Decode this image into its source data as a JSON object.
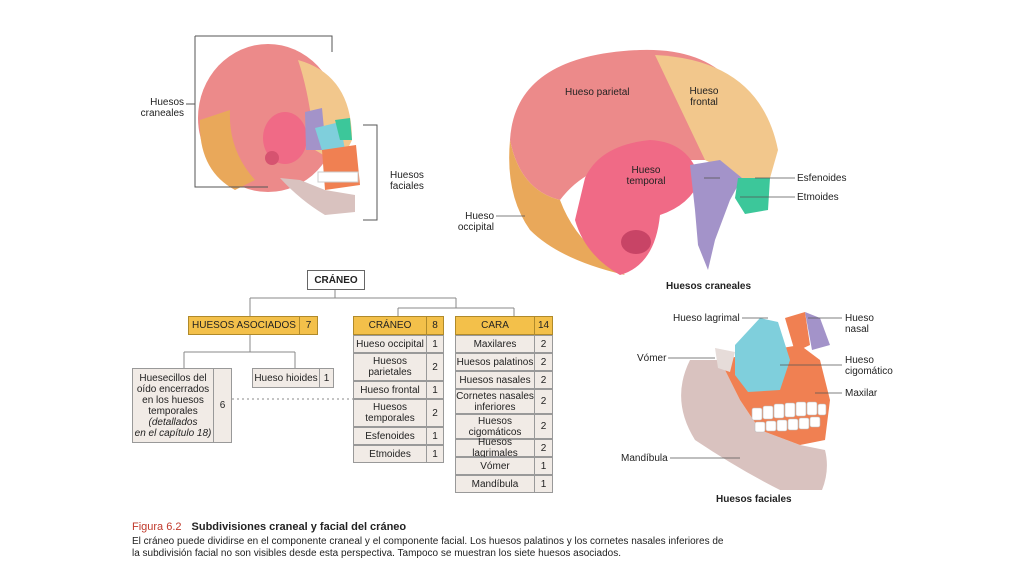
{
  "left_skull": {
    "label_cranial": "Huesos\ncraneales",
    "label_facial": "Huesos\nfaciales"
  },
  "cranial_view": {
    "parietal": "Hueso parietal",
    "frontal": "Hueso\nfrontal",
    "temporal": "Hueso\ntemporal",
    "occipital": "Hueso\noccipital",
    "sphenoid": "Esfenoides",
    "ethmoid": "Etmoides",
    "caption": "Huesos craneales"
  },
  "facial_view": {
    "lacrimal": "Hueso lagrimal",
    "nasal": "Hueso\nnasal",
    "vomer": "Vómer",
    "zygomatic": "Hueso\ncigomático",
    "maxilla": "Maxilar",
    "mandible": "Mandíbula",
    "caption": "Huesos faciales"
  },
  "tree": {
    "root": "CRÁNEO",
    "associated": {
      "label": "HUESOS ASOCIADOS",
      "count": "7"
    },
    "ossicles": {
      "label": "Huesecillos del\noído encerrados\nen los huesos\ntemporales",
      "note": "(detallados\nen el capítulo 18)",
      "count": "6"
    },
    "hyoid": {
      "label": "Hueso hioides",
      "count": "1"
    },
    "cranium": {
      "label": "CRÁNEO",
      "count": "8",
      "rows": [
        {
          "name": "Hueso occipital",
          "count": "1"
        },
        {
          "name": "Huesos\nparietales",
          "count": "2"
        },
        {
          "name": "Hueso frontal",
          "count": "1"
        },
        {
          "name": "Huesos\ntemporales",
          "count": "2"
        },
        {
          "name": "Esfenoides",
          "count": "1"
        },
        {
          "name": "Etmoides",
          "count": "1"
        }
      ]
    },
    "face": {
      "label": "CARA",
      "count": "14",
      "rows": [
        {
          "name": "Maxilares",
          "count": "2"
        },
        {
          "name": "Huesos palatinos",
          "count": "2"
        },
        {
          "name": "Huesos nasales",
          "count": "2"
        },
        {
          "name": "Cornetes nasales\ninferiores",
          "count": "2"
        },
        {
          "name": "Huesos\ncigomáticos",
          "count": "2"
        },
        {
          "name": "Huesos lagrimales",
          "count": "2"
        },
        {
          "name": "Vómer",
          "count": "1"
        },
        {
          "name": "Mandíbula",
          "count": "1"
        }
      ]
    }
  },
  "caption": {
    "figure": "Figura 6.2",
    "title": "Subdivisiones craneal y facial del cráneo",
    "text": "El cráneo puede dividirse en el componente craneal y el componente facial. Los huesos palatinos y los cornetes nasales inferiores de la subdivisión facial no son visibles desde esta perspectiva. Tampoco se muestran los siete huesos asociados."
  },
  "colors": {
    "parietal": "#ec8a8a",
    "frontal": "#f2c78c",
    "temporal": "#f06a86",
    "occipital": "#e9a85a",
    "sphenoid": "#a393c9",
    "ethmoid": "#3cc79a",
    "zygomatic": "#7fcfdc",
    "maxilla": "#f08052",
    "mandible": "#d9c2bf",
    "header": "#f3c04a",
    "cell": "#f1ebe6",
    "figure_red": "#c0392b"
  }
}
